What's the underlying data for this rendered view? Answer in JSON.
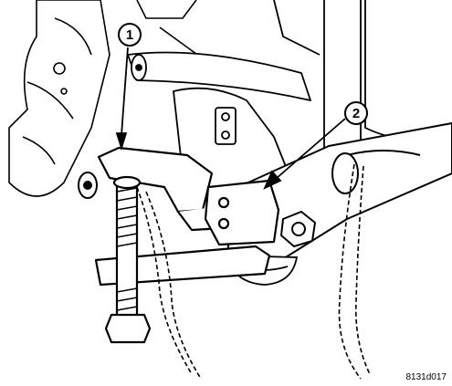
{
  "figure": {
    "id_code": "8131d017",
    "callouts": [
      {
        "number": "1"
      },
      {
        "number": "2"
      }
    ]
  },
  "colors": {
    "ink": "#000000",
    "paper": "#ffffff"
  }
}
